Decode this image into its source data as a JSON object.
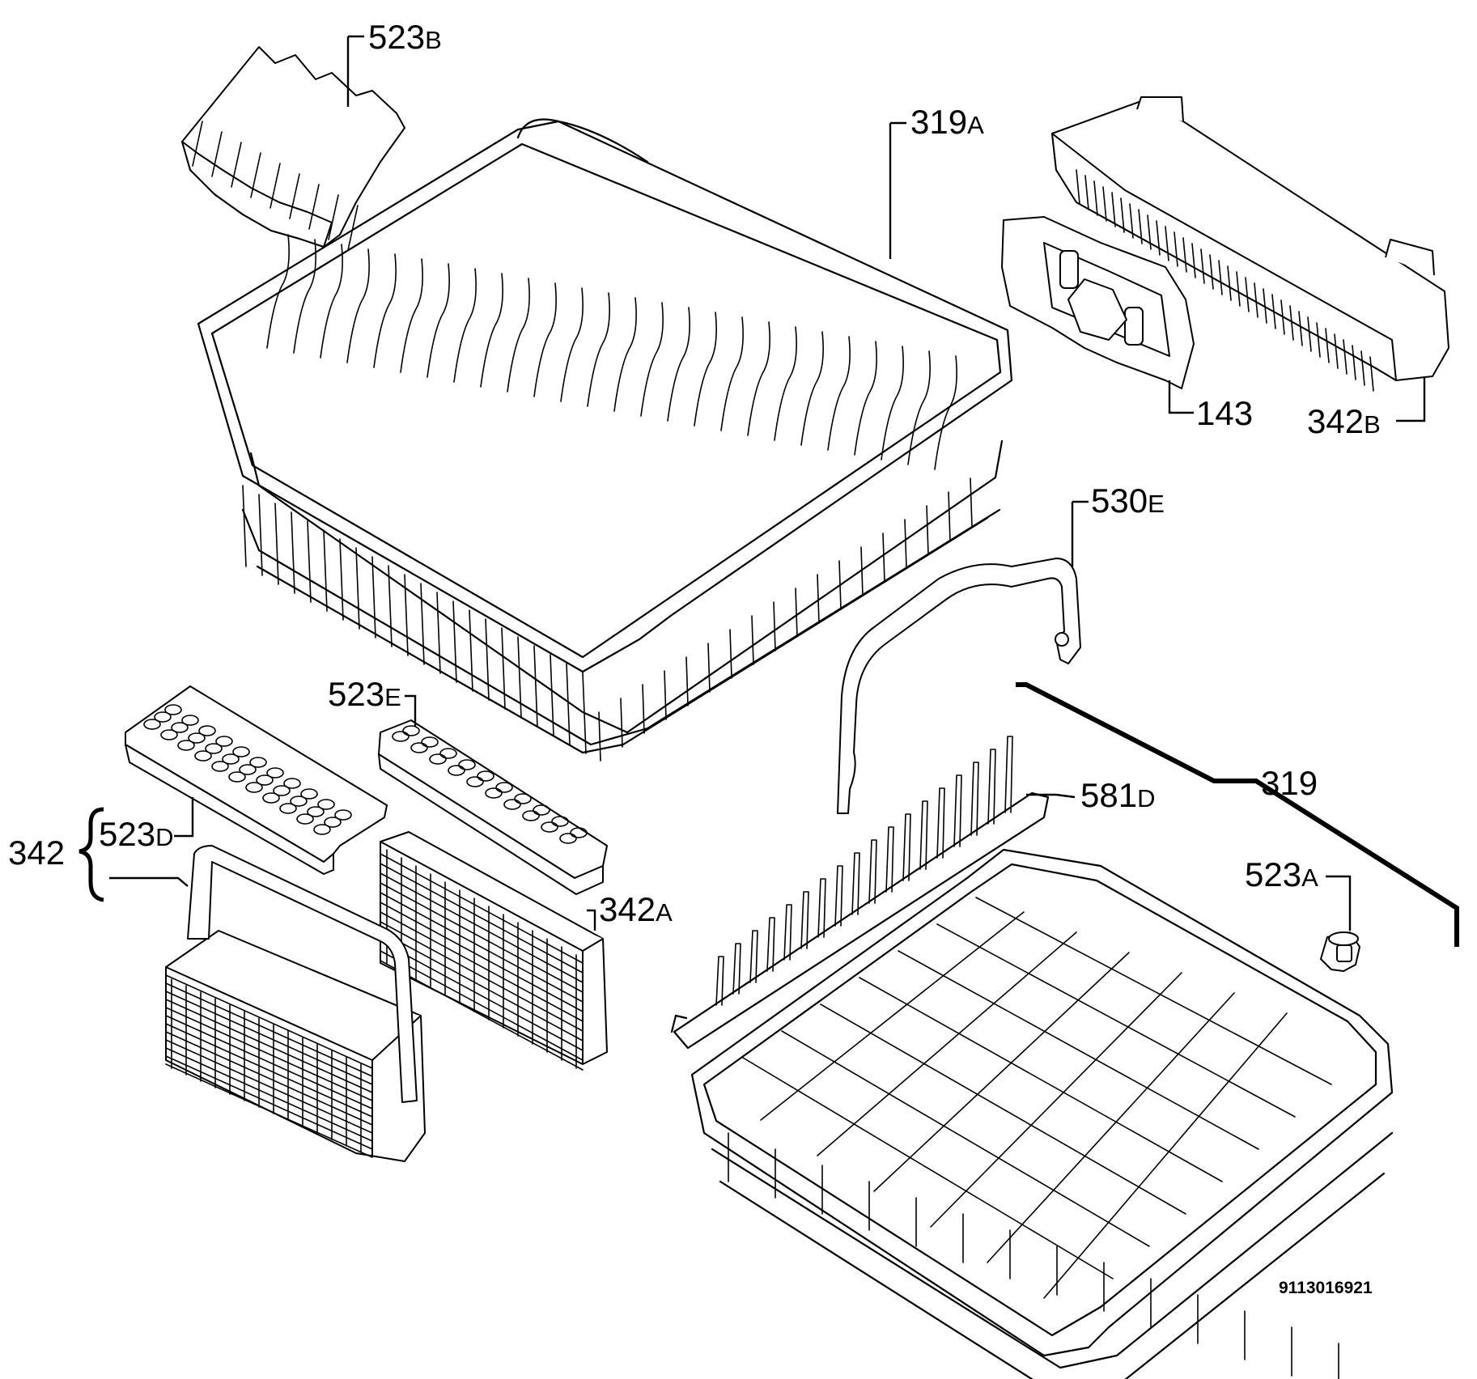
{
  "labels": {
    "l523b": {
      "num": "523",
      "suffix": "B"
    },
    "l319a": {
      "num": "319",
      "suffix": "A"
    },
    "l143": {
      "num": "143",
      "suffix": ""
    },
    "l342b": {
      "num": "342",
      "suffix": "B"
    },
    "l530e": {
      "num": "530",
      "suffix": "E"
    },
    "l523e": {
      "num": "523",
      "suffix": "E"
    },
    "l523d": {
      "num": "523",
      "suffix": "D"
    },
    "l342": {
      "num": "342",
      "suffix": ""
    },
    "l342a": {
      "num": "342",
      "suffix": "A"
    },
    "l581d": {
      "num": "581",
      "suffix": "D"
    },
    "l319": {
      "num": "319",
      "suffix": ""
    },
    "l523a": {
      "num": "523",
      "suffix": "A"
    }
  },
  "drawing_code": "9113016921"
}
